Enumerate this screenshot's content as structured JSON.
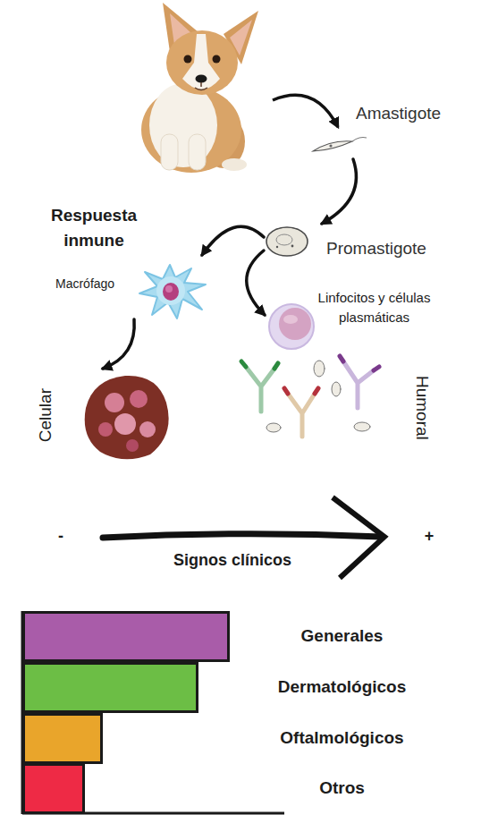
{
  "diagram": {
    "nodes": [
      {
        "text": [
          "Amastigote"
        ]
      },
      {
        "text": [
          "Promastigote"
        ]
      },
      {
        "text": [
          "Macrófago"
        ]
      },
      {
        "text": [
          "Linfocitos y células plasmáticas"
        ]
      },
      {
        "text": [
          "Celular"
        ]
      },
      {
        "text": [
          "Humoral"
        ]
      },
      {
        "text": [
          "Generales"
        ]
      },
      {
        "text": [
          "Dermatológicos"
        ]
      },
      {
        "text": [
          "Oftalmológicos"
        ]
      },
      {
        "text": [
          "Otros"
        ]
      }
    ],
    "edges": [
      {
        "from": 0,
        "to": 1,
        "arrow": "to"
      },
      {
        "from": 1,
        "to": 2,
        "arrow": "to"
      },
      {
        "from": 1,
        "to": 3,
        "arrow": "to"
      },
      {
        "from": 2,
        "to": 4,
        "arrow": "to"
      }
    ],
    "labels": [
      "Respuesta inmune",
      "-",
      "+",
      "Signos clínicos"
    ]
  }
}
